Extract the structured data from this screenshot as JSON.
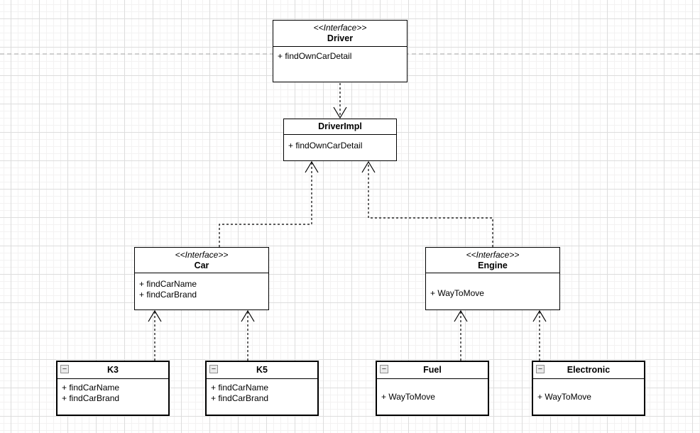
{
  "canvas": {
    "background_color": "#ffffff",
    "grid_major_color": "#dddddd",
    "grid_minor_color": "#f3f2f2",
    "page_break_color": "#a5a5a5",
    "shape_fill": "#ffffff",
    "shape_stroke": "#000000"
  },
  "ui": {
    "collapse_glyph": "−"
  },
  "nodes": {
    "driver": {
      "stereotype": "<<Interface>>",
      "name": "Driver",
      "members": [
        "+ findOwnCarDetail"
      ]
    },
    "driverimpl": {
      "name": "DriverImpl",
      "members": [
        "+ findOwnCarDetail"
      ]
    },
    "car": {
      "stereotype": "<<Interface>>",
      "name": "Car",
      "members": [
        "+ findCarName",
        "+ findCarBrand"
      ]
    },
    "engine": {
      "stereotype": "<<Interface>>",
      "name": "Engine",
      "members": [
        "+ WayToMove"
      ]
    },
    "k3": {
      "name": "K3",
      "members": [
        "+ findCarName",
        "+ findCarBrand"
      ]
    },
    "k5": {
      "name": "K5",
      "members": [
        "+ findCarName",
        "+ findCarBrand"
      ]
    },
    "fuel": {
      "name": "Fuel",
      "members": [
        "+ WayToMove"
      ]
    },
    "electronic": {
      "name": "Electronic",
      "members": [
        "+ WayToMove"
      ]
    }
  },
  "edges": [
    {
      "from": "Driver",
      "to": "DriverImpl",
      "style": "dashed",
      "arrowhead": "open",
      "arrow_at": "to"
    },
    {
      "from": "Car",
      "to": "DriverImpl",
      "style": "dashed",
      "arrowhead": "open",
      "arrow_at": "to"
    },
    {
      "from": "Engine",
      "to": "DriverImpl",
      "style": "dashed",
      "arrowhead": "open",
      "arrow_at": "to"
    },
    {
      "from": "K3",
      "to": "Car",
      "style": "dashed",
      "arrowhead": "open",
      "arrow_at": "to"
    },
    {
      "from": "K5",
      "to": "Car",
      "style": "dashed",
      "arrowhead": "open",
      "arrow_at": "to"
    },
    {
      "from": "Fuel",
      "to": "Engine",
      "style": "dashed",
      "arrowhead": "open",
      "arrow_at": "to"
    },
    {
      "from": "Electronic",
      "to": "Engine",
      "style": "dashed",
      "arrowhead": "open",
      "arrow_at": "to"
    }
  ]
}
